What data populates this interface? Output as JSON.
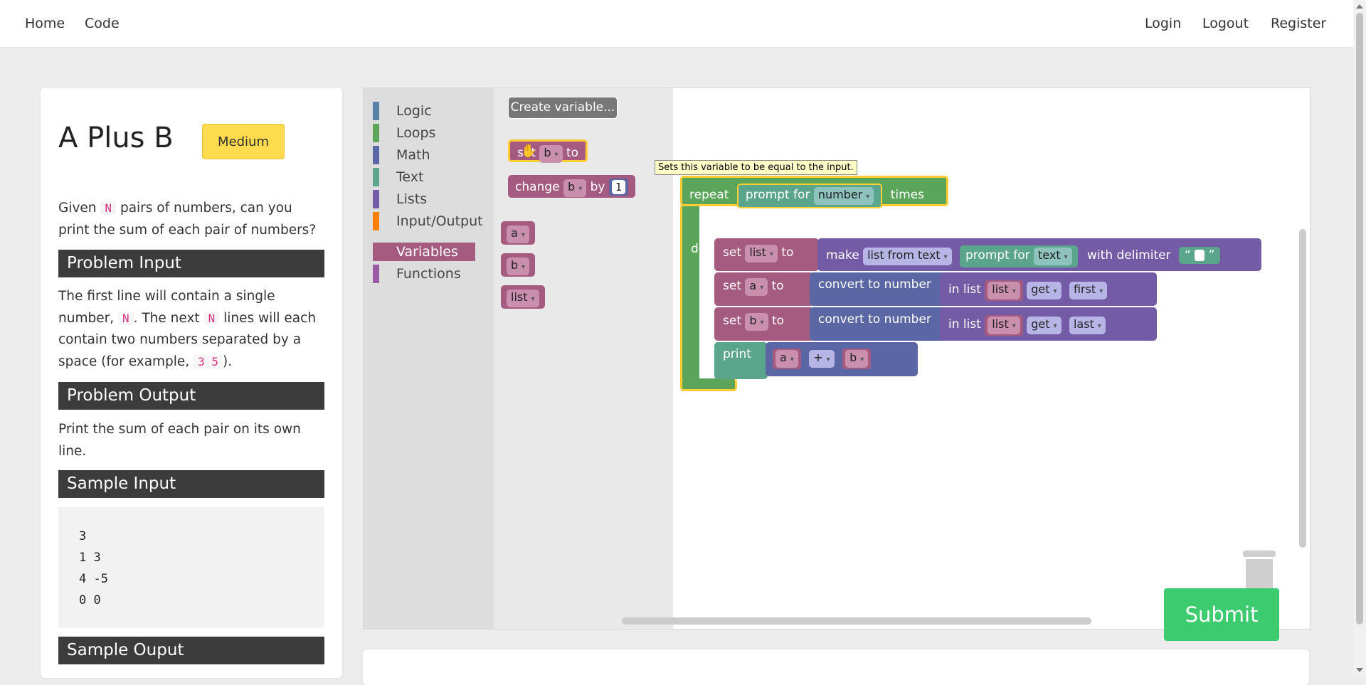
{
  "nav": {
    "home": "Home",
    "code": "Code",
    "login": "Login",
    "logout": "Logout",
    "register": "Register"
  },
  "problem": {
    "title": "A Plus B",
    "difficulty": "Medium",
    "desc_1": "Given",
    "desc_n": "N",
    "desc_2": "pairs of numbers, can you print the sum of each pair of numbers?",
    "input_head": "Problem Input",
    "input_1": "The first line will contain a single number,",
    "input_n1": "N",
    "input_2": ". The next",
    "input_n2": "N",
    "input_3": "lines will each contain two numbers separated by a space (for example,",
    "input_ex": "3 5",
    "input_4": ").",
    "output_head": "Problem Output",
    "output_text": "Print the sum of each pair on its own line.",
    "sample_in_head": "Sample Input",
    "sample_in": [
      "3",
      "1 3",
      "4 -5",
      "0 0"
    ],
    "sample_out_head": "Sample Ouput"
  },
  "toolbox": {
    "categories": [
      {
        "label": "Logic",
        "color": "#5b80a5"
      },
      {
        "label": "Loops",
        "color": "#5ba55b"
      },
      {
        "label": "Math",
        "color": "#5b67a5"
      },
      {
        "label": "Text",
        "color": "#5ba58c"
      },
      {
        "label": "Lists",
        "color": "#745ba5"
      },
      {
        "label": "Input/Output",
        "color": "#ff8000"
      },
      {
        "label": "Variables",
        "color": "#a55b80"
      },
      {
        "label": "Functions",
        "color": "#995ba5"
      }
    ],
    "selected": "Variables"
  },
  "flyout": {
    "create_variable": "Create variable...",
    "set_label": "set",
    "set_var": "b",
    "set_to": "to",
    "tooltip": "Sets this variable to be equal to the input.",
    "change_label": "change",
    "change_var": "b",
    "change_by": "by",
    "change_value": "1",
    "getters": [
      "a",
      "b",
      "list"
    ]
  },
  "workspace": {
    "repeat": "repeat",
    "times": "times",
    "do": "do",
    "prompt_for": "prompt for",
    "number": "number",
    "text": "text",
    "set": "set",
    "to": "to",
    "make": "make",
    "list_from_text": "list from text",
    "with_delimiter": "with delimiter",
    "quote_open": "“",
    "quote_close": "”",
    "convert_to_number": "convert to number",
    "in_list": "in list",
    "get": "get",
    "first": "first",
    "last": "last",
    "print": "print",
    "plus": "+",
    "var_list": "list",
    "var_a": "a",
    "var_b": "b"
  },
  "submit_label": "Submit"
}
